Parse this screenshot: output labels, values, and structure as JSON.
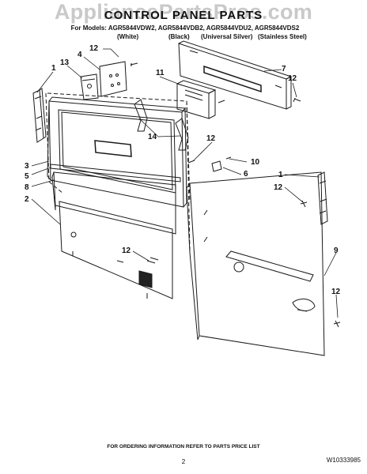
{
  "watermark": "AppliancePartsPros.com",
  "title": "CONTROL PANEL PARTS",
  "models_line": "For Models: AGR5844VDW2, AGR5844VDB2, AGR5844VDU2, AGR5844VDS2",
  "finishes": [
    "(White)",
    "(Black)",
    "(Universal Silver)",
    "(Stainless Steel)"
  ],
  "callouts": {
    "c1a": "1",
    "c2": "2",
    "c3": "3",
    "c4": "4",
    "c5": "5",
    "c6": "6",
    "c7": "7",
    "c8": "8",
    "c9": "9",
    "c10": "10",
    "c11": "11",
    "c12a": "12",
    "c12b": "12",
    "c12c": "12",
    "c12d": "12",
    "c12e": "12",
    "c12f": "12",
    "c13": "13",
    "c14": "14",
    "c1b": "1"
  },
  "footer": "FOR ORDERING INFORMATION REFER TO PARTS PRICE LIST",
  "page_number": "2",
  "doc_number": "W10333985"
}
